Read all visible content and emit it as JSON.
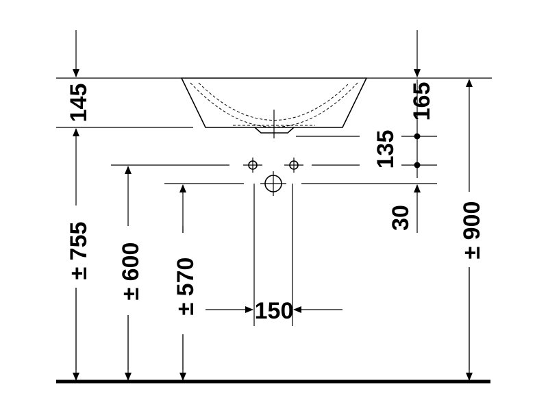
{
  "dimensions": {
    "basin_height": "145",
    "overflow_height": "165",
    "tap_hole_offset": "135",
    "outlet_offset": "30",
    "rim_height": "± 755",
    "tap_height": "± 600",
    "outlet_height": "± 570",
    "overall_height": "± 900",
    "outlet_spacing": "150"
  },
  "colors": {
    "ink": "#000000",
    "background": "#ffffff"
  }
}
